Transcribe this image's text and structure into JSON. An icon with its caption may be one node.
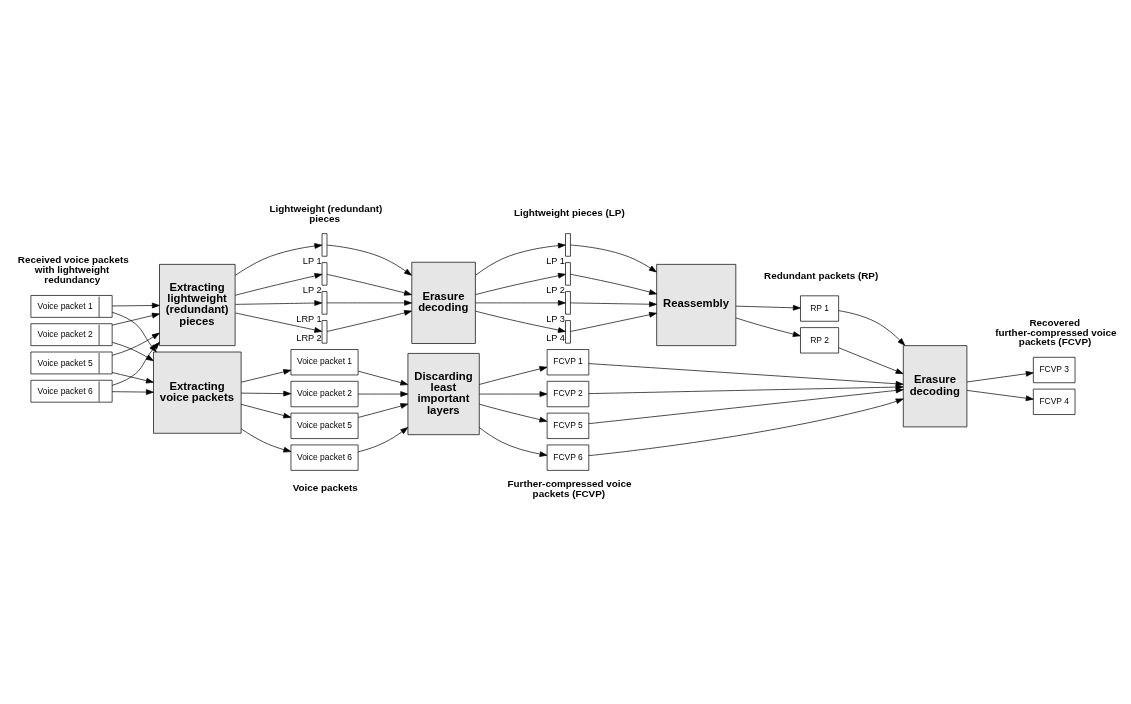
{
  "diagram": {
    "nodes": [
      {
        "text": [
          "Voice packet 1"
        ]
      },
      {
        "text": [
          "Voice packet 2"
        ]
      },
      {
        "text": [
          "Voice packet 5"
        ]
      },
      {
        "text": [
          "Voice packet 6"
        ]
      },
      {
        "text": [
          "Extracting lightweight (redundant) pieces"
        ]
      },
      {
        "text": [
          "Extracting voice packets"
        ]
      },
      {
        "text": [],
        "shape": "bar",
        "beside": [
          "LP 1"
        ]
      },
      {
        "text": [],
        "shape": "bar",
        "beside": [
          "LP 2"
        ]
      },
      {
        "text": [],
        "shape": "bar",
        "beside": [
          "LRP 1"
        ]
      },
      {
        "text": [],
        "shape": "bar",
        "beside": [
          "LRP 2"
        ]
      },
      {
        "text": [
          "Voice packet 1"
        ]
      },
      {
        "text": [
          "Voice packet 2"
        ]
      },
      {
        "text": [
          "Voice packet 5"
        ]
      },
      {
        "text": [
          "Voice packet 6"
        ]
      },
      {
        "text": [
          "Erasure decoding"
        ]
      },
      {
        "text": [
          "Discarding least important layers"
        ]
      },
      {
        "text": [],
        "shape": "bar",
        "beside": [
          "LP 1"
        ]
      },
      {
        "text": [],
        "shape": "bar",
        "beside": [
          "LP 2"
        ]
      },
      {
        "text": [],
        "shape": "bar",
        "beside": [
          "LP 3"
        ]
      },
      {
        "text": [],
        "shape": "bar",
        "beside": [
          "LP 4"
        ]
      },
      {
        "text": [
          "FCVP 1"
        ]
      },
      {
        "text": [
          "FCVP 2"
        ]
      },
      {
        "text": [
          "FCVP 5"
        ]
      },
      {
        "text": [
          "FCVP 6"
        ]
      },
      {
        "text": [
          "Reassembly"
        ]
      },
      {
        "text": [
          "RP 1"
        ]
      },
      {
        "text": [
          "RP 2"
        ]
      },
      {
        "text": [
          "Erasure decoding"
        ]
      },
      {
        "text": [
          "FCVP 3"
        ]
      },
      {
        "text": [
          "FCVP 4"
        ]
      }
    ],
    "edges": [
      {
        "from": 0,
        "to": 4,
        "arrow": "to"
      },
      {
        "from": 0,
        "to": 5,
        "arrow": "to"
      },
      {
        "from": 1,
        "to": 4,
        "arrow": "to"
      },
      {
        "from": 1,
        "to": 5,
        "arrow": "to"
      },
      {
        "from": 2,
        "to": 5,
        "arrow": "to"
      },
      {
        "from": 2,
        "to": 4,
        "arrow": "to"
      },
      {
        "from": 3,
        "to": 5,
        "arrow": "to"
      },
      {
        "from": 3,
        "to": 4,
        "arrow": "to"
      },
      {
        "from": 4,
        "to": 6,
        "arrow": "to"
      },
      {
        "from": 4,
        "to": 7,
        "arrow": "to"
      },
      {
        "from": 4,
        "to": 8,
        "arrow": "to"
      },
      {
        "from": 4,
        "to": 9,
        "arrow": "to"
      },
      {
        "from": 6,
        "to": 14,
        "arrow": "to"
      },
      {
        "from": 7,
        "to": 14,
        "arrow": "to"
      },
      {
        "from": 8,
        "to": 14,
        "arrow": "to"
      },
      {
        "from": 9,
        "to": 14,
        "arrow": "to"
      },
      {
        "from": 5,
        "to": 10,
        "arrow": "to"
      },
      {
        "from": 5,
        "to": 11,
        "arrow": "to"
      },
      {
        "from": 5,
        "to": 12,
        "arrow": "to"
      },
      {
        "from": 5,
        "to": 13,
        "arrow": "to"
      },
      {
        "from": 10,
        "to": 15,
        "arrow": "to"
      },
      {
        "from": 11,
        "to": 15,
        "arrow": "to"
      },
      {
        "from": 12,
        "to": 15,
        "arrow": "to"
      },
      {
        "from": 13,
        "to": 15,
        "arrow": "to"
      },
      {
        "from": 14,
        "to": 16,
        "arrow": "to"
      },
      {
        "from": 14,
        "to": 17,
        "arrow": "to"
      },
      {
        "from": 14,
        "to": 18,
        "arrow": "to"
      },
      {
        "from": 14,
        "to": 19,
        "arrow": "to"
      },
      {
        "from": 16,
        "to": 24,
        "arrow": "to"
      },
      {
        "from": 17,
        "to": 24,
        "arrow": "to"
      },
      {
        "from": 18,
        "to": 24,
        "arrow": "to"
      },
      {
        "from": 19,
        "to": 24,
        "arrow": "to"
      },
      {
        "from": 15,
        "to": 20,
        "arrow": "to"
      },
      {
        "from": 15,
        "to": 21,
        "arrow": "to"
      },
      {
        "from": 15,
        "to": 22,
        "arrow": "to"
      },
      {
        "from": 15,
        "to": 23,
        "arrow": "to"
      },
      {
        "from": 20,
        "to": 27,
        "arrow": "to"
      },
      {
        "from": 21,
        "to": 27,
        "arrow": "to"
      },
      {
        "from": 22,
        "to": 27,
        "arrow": "to"
      },
      {
        "from": 23,
        "to": 27,
        "arrow": "to"
      },
      {
        "from": 24,
        "to": 25,
        "arrow": "to"
      },
      {
        "from": 24,
        "to": 26,
        "arrow": "to"
      },
      {
        "from": 25,
        "to": 27,
        "arrow": "to"
      },
      {
        "from": 26,
        "to": 27,
        "arrow": "to"
      },
      {
        "from": 27,
        "to": 28,
        "arrow": "to"
      },
      {
        "from": 27,
        "to": 29,
        "arrow": "to"
      }
    ],
    "labels": [
      "Received voice packets with lightweight redundancy",
      "Lightweight (redundant) pieces",
      "Lightweight pieces (LP)",
      "Redundant packets (RP)",
      "Recovered further-compressed voice packets (FCVP)",
      "Voice packets",
      "Further-compressed voice packets (FCVP)"
    ]
  }
}
